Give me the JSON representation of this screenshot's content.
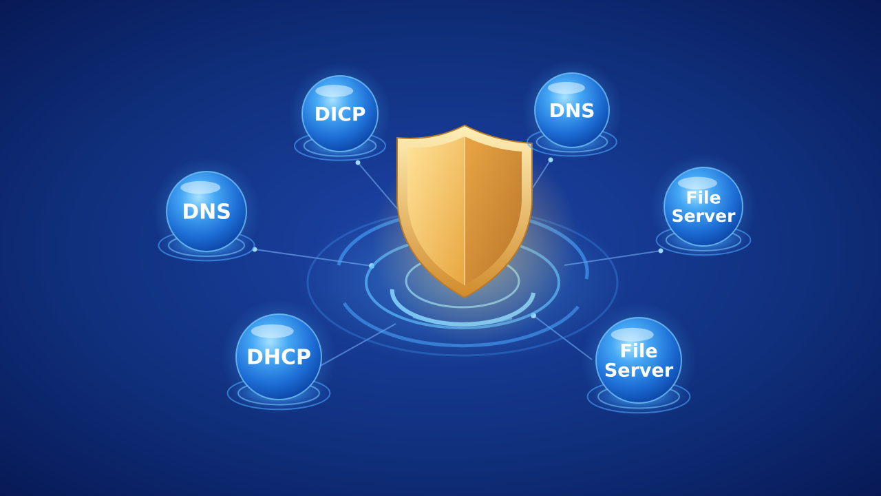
{
  "colors": {
    "background_center": "#1a3f9e",
    "background_edge": "#071a4f",
    "node_sphere": "#2f8ff0",
    "node_sphere_highlight": "#8fd4ff",
    "node_glow": "#3aa6ff",
    "shield_gold": "#f2b84a",
    "shield_gold_dark": "#c9862a",
    "connector": "#7fb8ff"
  },
  "center": {
    "icon": "shield-icon"
  },
  "nodes": [
    {
      "id": "top-left",
      "lines": [
        "DICP"
      ]
    },
    {
      "id": "top-right",
      "lines": [
        "DNS"
      ]
    },
    {
      "id": "mid-left",
      "lines": [
        "DNS"
      ]
    },
    {
      "id": "mid-right",
      "lines": [
        "File",
        "Server"
      ]
    },
    {
      "id": "bottom-left",
      "lines": [
        "DHCP"
      ]
    },
    {
      "id": "bottom-right",
      "lines": [
        "File",
        "Server"
      ]
    }
  ]
}
